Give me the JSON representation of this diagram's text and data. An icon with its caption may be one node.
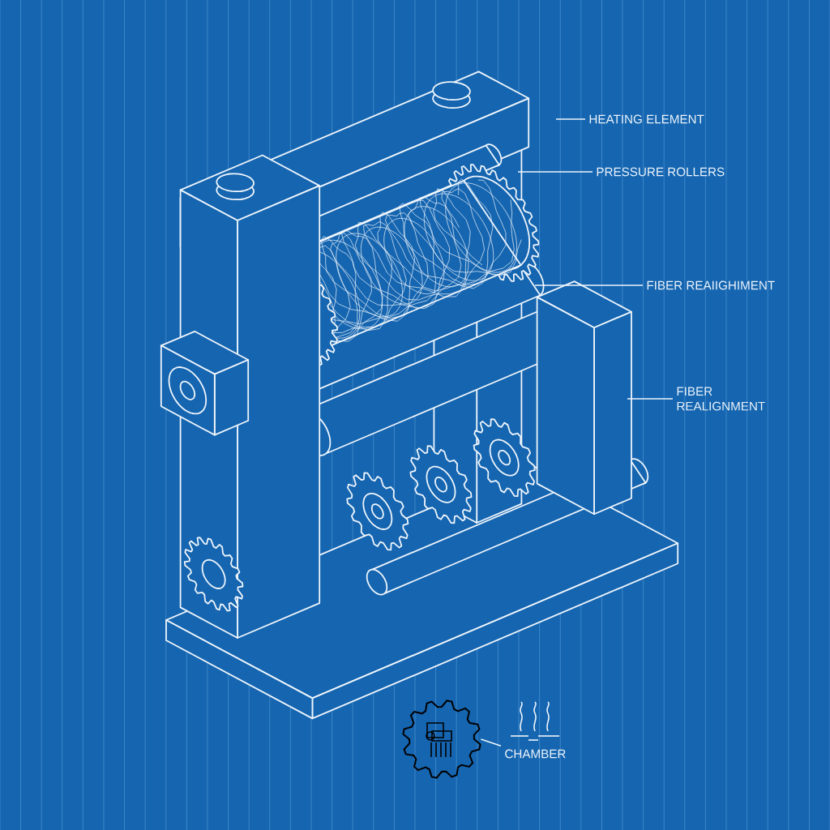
{
  "diagram": {
    "nodes": [
      {
        "text": [
          "HEATING ELEMENT"
        ]
      },
      {
        "text": [
          "PRESSURE ROLLERS"
        ]
      },
      {
        "text": [
          "FIBER REAIIGHIMENT"
        ]
      },
      {
        "text": [
          "FIBER REALIGNMENT"
        ]
      },
      {
        "text": [],
        "shape": "picture"
      },
      {
        "text": [
          "CHAMBER"
        ]
      }
    ],
    "edges": [
      {
        "from": 0,
        "to": null,
        "arrow": "none"
      },
      {
        "from": 1,
        "to": null,
        "arrow": "none"
      },
      {
        "from": 2,
        "to": null,
        "arrow": "none"
      },
      {
        "from": 3,
        "to": null,
        "arrow": "none"
      },
      {
        "from": 4,
        "to": 5,
        "arrow": "none"
      }
    ]
  }
}
